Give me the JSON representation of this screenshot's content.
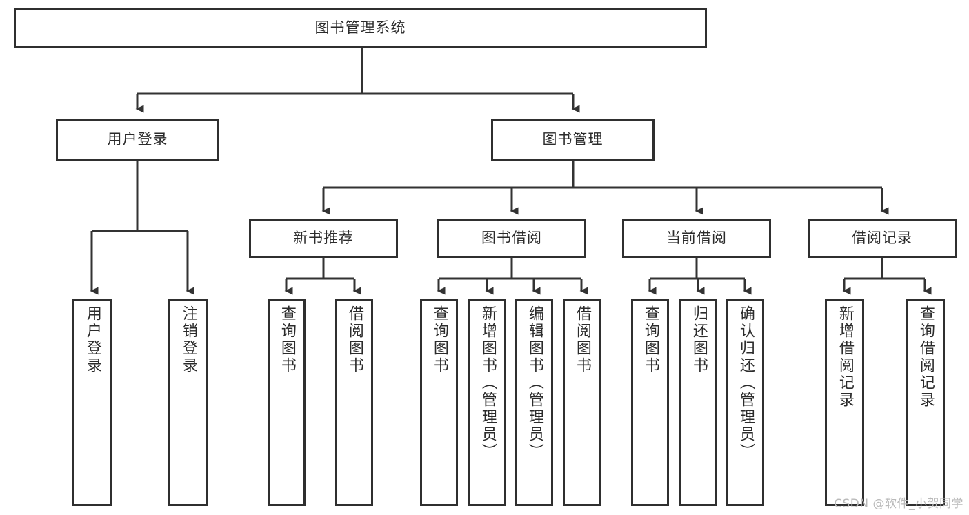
{
  "diagram": {
    "title": "图书管理系统",
    "root": {
      "label": "图书管理系统"
    },
    "level1": [
      {
        "label": "用户登录"
      },
      {
        "label": "图书管理"
      }
    ],
    "level2": [
      {
        "label": "新书推荐"
      },
      {
        "label": "图书借阅"
      },
      {
        "label": "当前借阅"
      },
      {
        "label": "借阅记录"
      }
    ],
    "leaves": {
      "user_login": [
        {
          "label": "用户登录"
        },
        {
          "label": "注销登录"
        }
      ],
      "new_book_recommend": [
        {
          "label": "查询图书"
        },
        {
          "label": "借阅图书"
        }
      ],
      "book_borrow": [
        {
          "label": "查询图书"
        },
        {
          "label": "新增图书（管理员）"
        },
        {
          "label": "编辑图书（管理员）"
        },
        {
          "label": "借阅图书"
        }
      ],
      "current_borrow": [
        {
          "label": "查询图书"
        },
        {
          "label": "归还图书"
        },
        {
          "label": "确认归还（管理员）"
        }
      ],
      "borrow_record": [
        {
          "label": "新增借阅记录"
        },
        {
          "label": "查询借阅记录"
        }
      ]
    }
  },
  "watermark": {
    "text": "CSDN @软件_小贺同学"
  },
  "colors": {
    "box_border": "#2f2f2f",
    "box_fill": "#ffffff",
    "line": "#333333",
    "text": "#2b2b2b",
    "watermark": "#b9b9b9"
  }
}
